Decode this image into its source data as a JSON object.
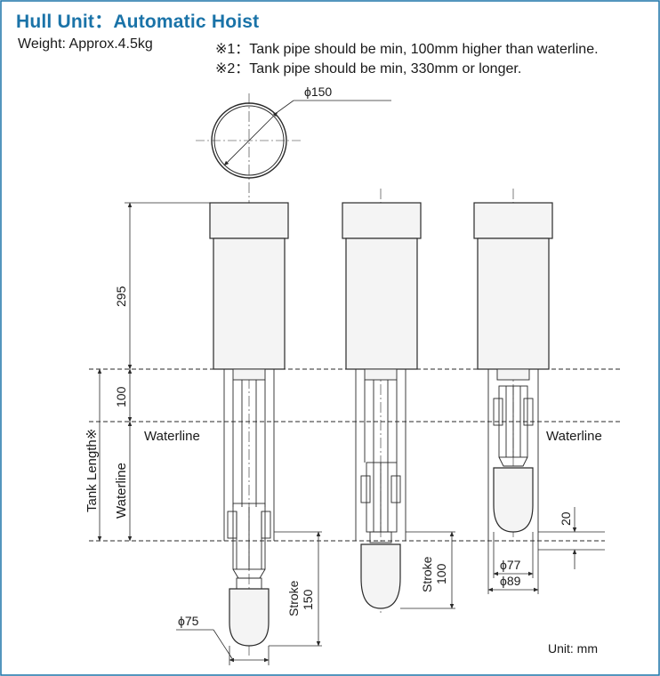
{
  "header": {
    "title": "Hull Unit：Automatic Hoist",
    "weight": "Weight: Approx.4.5kg",
    "note1": "※1：Tank pipe should be min, 100mm higher than waterline.",
    "note2": "※2：Tank pipe should be min, 330mm or longer."
  },
  "dimensions": {
    "dia150": "ϕ150",
    "h295": "295",
    "h100": "100",
    "tank_length": "Tank Length※",
    "waterline_v": "Waterline",
    "waterline_left": "Waterline",
    "waterline_right": "Waterline",
    "stroke150_a": "Stroke",
    "stroke150_b": "150",
    "stroke100_a": "Stroke",
    "stroke100_b": "100",
    "dia75": "ϕ75",
    "h20": "20",
    "dia77": "ϕ77",
    "dia89": "ϕ89",
    "unit": "Unit: mm"
  },
  "colors": {
    "border": "#1a73a8",
    "title": "#1a73a8",
    "line": "#2a2a2a",
    "fill": "#f4f4f4"
  }
}
